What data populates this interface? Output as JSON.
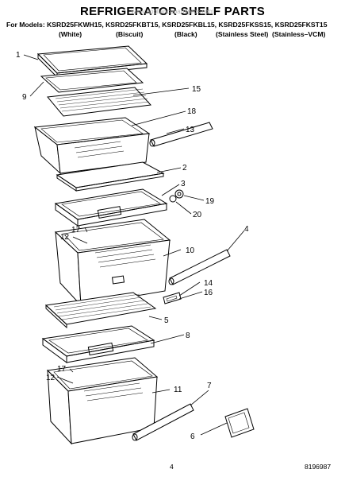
{
  "header": {
    "title": "REFRIGERATOR SHELF PARTS",
    "watermark": "www.appliancepartspros.com",
    "models_line": "For Models: KSRD25FKWH15, KSRD25FKBT15, KSRD25FKBL15, KSRD25FKSS15, KSRD25FKST15",
    "colors": [
      "(White)",
      "(Biscuit)",
      "(Black)",
      "(Stainless Steel)",
      "(Stainless–VCM)"
    ]
  },
  "callouts": [
    "1",
    "9",
    "15",
    "18",
    "13",
    "2",
    "3",
    "19",
    "20",
    "4",
    "17",
    "12",
    "10",
    "14",
    "16",
    "5",
    "8",
    "17",
    "12",
    "11",
    "7",
    "6"
  ],
  "footer": {
    "page_number": "4",
    "doc_number": "8196987"
  }
}
